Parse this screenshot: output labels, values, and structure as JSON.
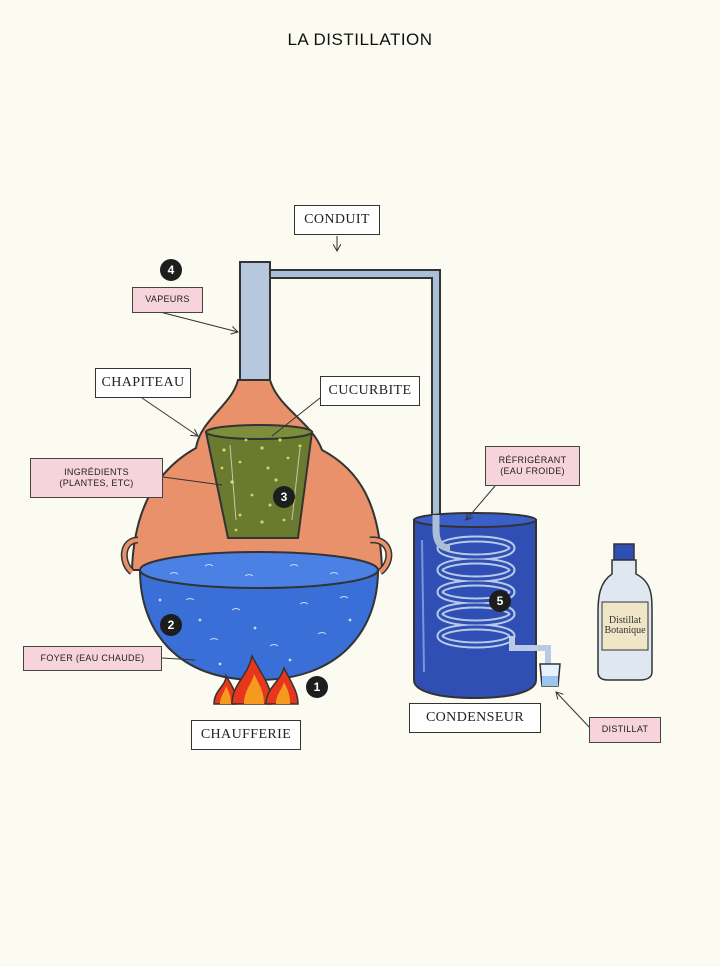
{
  "title": "LA DISTILLATION",
  "labels": {
    "conduit": "CONDUIT",
    "chapiteau": "CHAPITEAU",
    "cucurbite": "CUCURBITE",
    "chaufferie": "CHAUFFERIE",
    "condenseur": "CONDENSEUR",
    "vapeurs": "VAPEURS",
    "ingredients": "INGRÉDIENTS\n(PLANTES, ETC)",
    "foyer": "FOYER (EAU CHAUDE)",
    "refrigerant": "RÉFRIGÉRANT\n(EAU FROIDE)",
    "distillat": "DISTILLAT"
  },
  "steps": {
    "fire": "1",
    "water": "2",
    "ingredients": "3",
    "vapor": "4",
    "coil": "5"
  },
  "bottle": {
    "line1": "Distillat",
    "line2": "Botanique"
  },
  "colors": {
    "copper": "#e8916a",
    "water_blue": "#3a6fd8",
    "condenser_blue": "#2f4fb5",
    "pipe": "#a9bfd8",
    "herbs": "#6a7a2e",
    "flame_red": "#e8361c",
    "flame_orange": "#f59a1f",
    "label_pink": "#f7d3dc"
  }
}
